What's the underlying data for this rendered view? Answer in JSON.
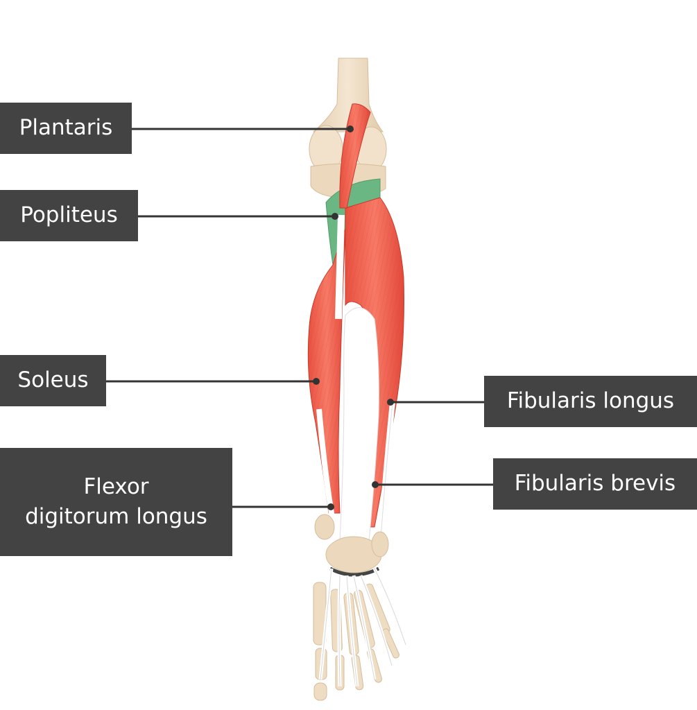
{
  "labels": {
    "plantaris": "Plantaris",
    "popliteus": "Popliteus",
    "soleus": "Soleus",
    "flexor_digitorum_longus_line1": "Flexor",
    "flexor_digitorum_longus_line2": "digitorum longus",
    "fibularis_longus": "Fibularis longus",
    "fibularis_brevis": "Fibularis brevis"
  },
  "colors": {
    "label_background": "#434343",
    "label_text": "#ffffff",
    "leader_line": "#333333",
    "muscle_highlight": "#f0604e",
    "muscle_popliteus": "#6ab784",
    "bone": "#eedcc3",
    "tendon": "#ffffff"
  }
}
